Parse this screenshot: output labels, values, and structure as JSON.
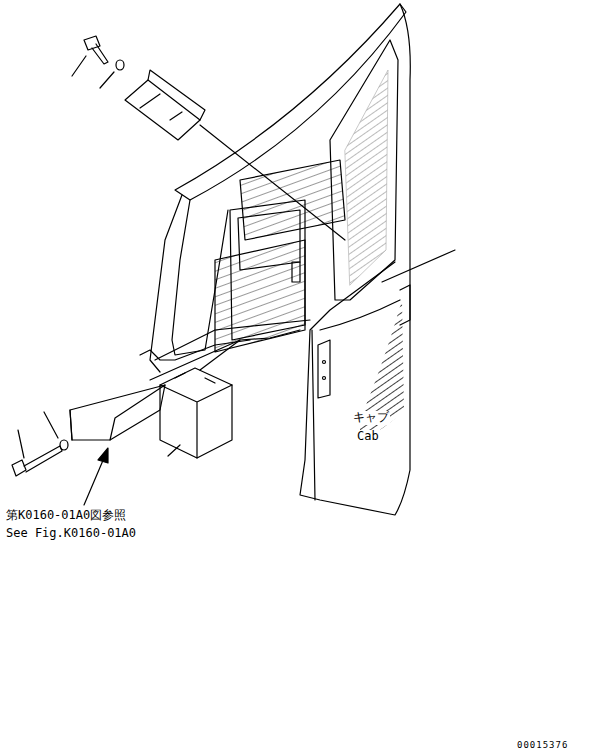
{
  "diagram": {
    "labels": [
      "キャブ",
      "Cab",
      "第K0160-01A0図参照",
      "See Fig.K0160-01A0",
      "00015376"
    ]
  }
}
